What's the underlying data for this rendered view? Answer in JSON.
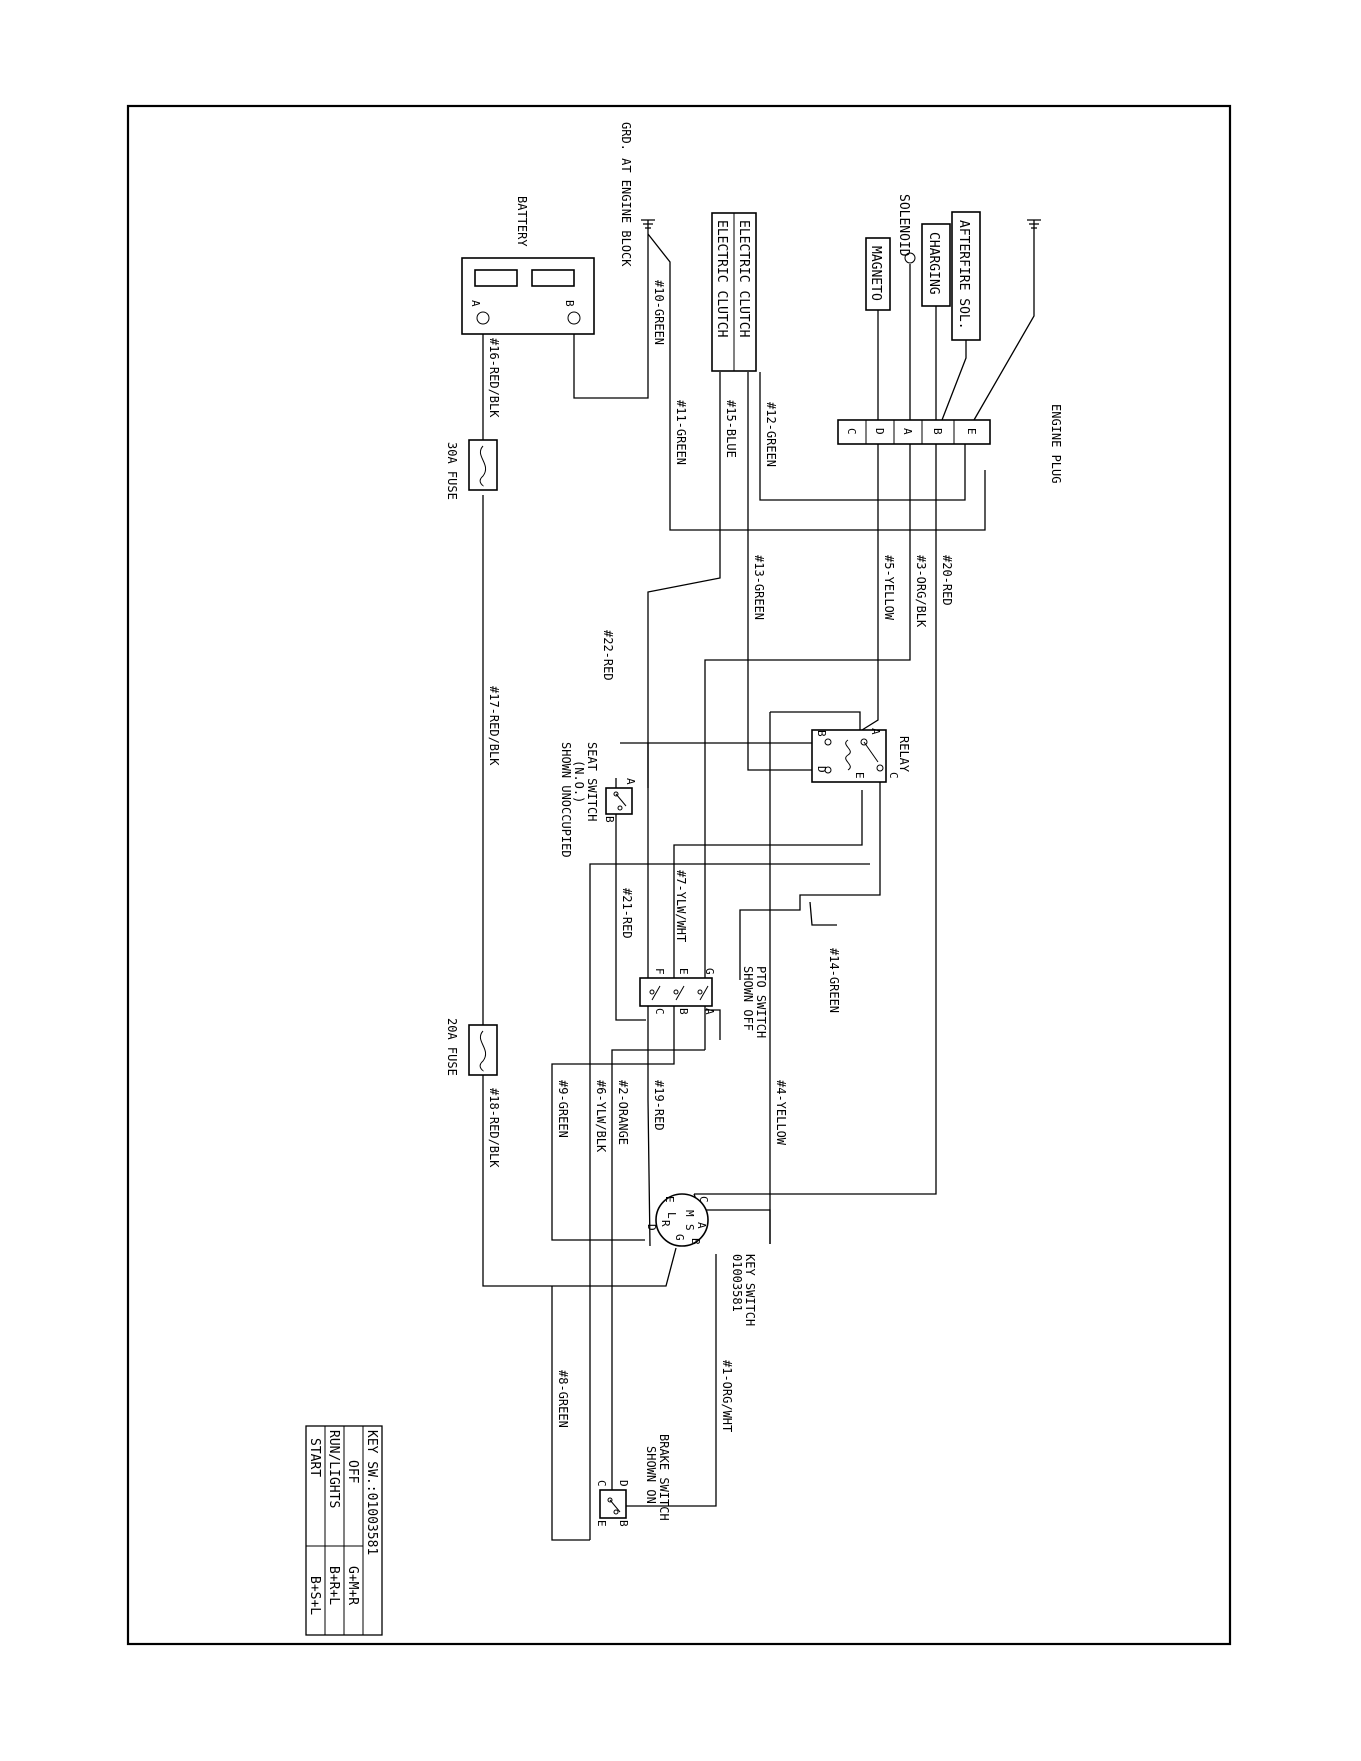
{
  "labels": {
    "ground_engine": "GRD. AT ENGINE BLOCK",
    "battery": "BATTERY",
    "battery_a": "A",
    "battery_b": "B",
    "fuse_30a": "30A FUSE",
    "fuse_20a": "20A FUSE",
    "electric_clutch_1": "ELECTRIC CLUTCH",
    "electric_clutch_2": "ELECTRIC CLUTCH",
    "magneto": "MAGNETO",
    "solenoid": "SOLENOID",
    "charging": "CHARGING",
    "afterfire": "AFTERFIRE SOL.",
    "engine_plug": "ENGINE PLUG",
    "relay": "RELAY",
    "seat_switch": "SEAT SWITCH",
    "seat_switch_no": "(N.O.)",
    "seat_switch_state": "SHOWN UNOCCUPIED",
    "pto_switch": "PTO SWITCH",
    "pto_switch_state": "SHOWN OFF",
    "key_switch": "KEY SWITCH",
    "key_switch_part": "01003581",
    "brake_switch": "BRAKE SWITCH",
    "brake_switch_state": "SHOWN ON"
  },
  "wires": {
    "w1": "#1-ORG/WHT",
    "w2": "#2-ORANGE",
    "w3": "#3-ORG/BLK",
    "w4": "#4-YELLOW",
    "w5": "#5-YELLOW",
    "w6": "#6-YLW/BLK",
    "w7": "#7-YLW/WHT",
    "w8": "#8-GREEN",
    "w9": "#9-GREEN",
    "w10": "#10-GREEN",
    "w11": "#11-GREEN",
    "w12": "#12-GREEN",
    "w13": "#13-GREEN",
    "w14": "#14-GREEN",
    "w15": "#15-BLUE",
    "w16": "#16-RED/BLK",
    "w17": "#17-RED/BLK",
    "w18": "#18-RED/BLK",
    "w19": "#19-RED",
    "w20": "#20-RED",
    "w21": "#21-RED",
    "w22": "#22-RED"
  },
  "pins": {
    "A": "A",
    "B": "B",
    "C": "C",
    "D": "D",
    "E": "E",
    "F": "F",
    "G": "G",
    "M": "M",
    "S": "S",
    "R": "R",
    "L": "L"
  },
  "key_table": {
    "title": "KEY SW.:01003581",
    "rows": [
      {
        "position": "OFF",
        "contacts": "G+M+R"
      },
      {
        "position": "RUN/LIGHTS",
        "contacts": "B+R+L"
      },
      {
        "position": "START",
        "contacts": "B+S+L"
      }
    ]
  }
}
